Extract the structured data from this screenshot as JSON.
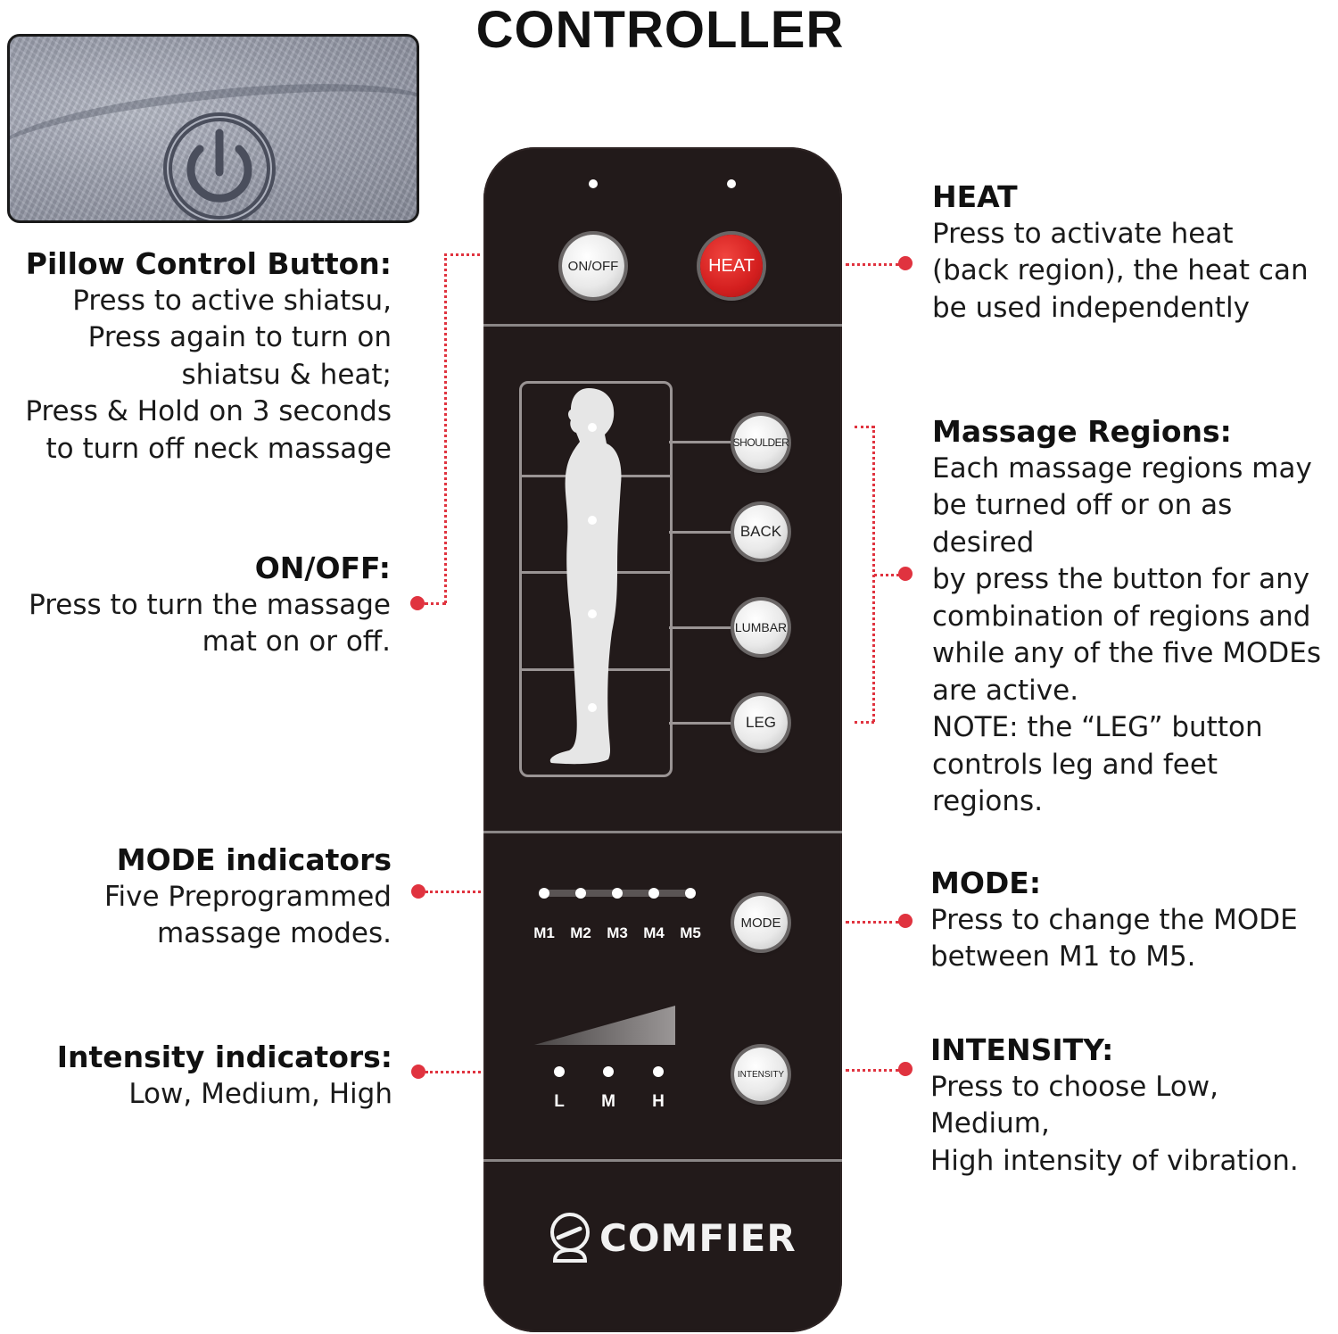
{
  "title": "CONTROLLER",
  "pillow": {
    "icon": "power-icon"
  },
  "annotations": {
    "pillow_control": {
      "heading": "Pillow Control Button:",
      "lines": [
        "Press to active shiatsu,",
        "Press again to turn on",
        "shiatsu & heat;",
        "Press & Hold on 3 seconds",
        "to turn off neck massage"
      ]
    },
    "on_off": {
      "heading": "ON/OFF:",
      "lines": [
        "Press to turn the massage",
        "mat on or off."
      ]
    },
    "mode_indicators": {
      "heading": "MODE indicators",
      "lines": [
        "Five Preprogrammed",
        "massage modes."
      ]
    },
    "intensity_indicators": {
      "heading": "Intensity indicators:",
      "lines": [
        "Low, Medium, High"
      ]
    },
    "heat": {
      "heading": "HEAT",
      "lines": [
        "Press to activate heat",
        "(back region), the heat can",
        "be used independently"
      ]
    },
    "massage_regions": {
      "heading": "Massage Regions:",
      "lines": [
        "Each massage regions may",
        "be turned off or on as desired",
        "by press the button for any",
        "combination of regions and",
        "while any of the five MODEs",
        "are active.",
        "NOTE: the “LEG” button",
        "controls leg and feet regions."
      ]
    },
    "mode": {
      "heading": "MODE:",
      "lines": [
        "Press to change the MODE",
        "between M1 to M5."
      ]
    },
    "intensity": {
      "heading": "INTENSITY:",
      "lines": [
        "Press to choose Low, Medium,",
        "High intensity of vibration."
      ]
    }
  },
  "remote": {
    "buttons": {
      "on_off": "ON/OFF",
      "heat": "HEAT",
      "shoulder": "SHOULDER",
      "back": "BACK",
      "lumbar": "LUMBAR",
      "leg": "LEG",
      "mode": "MODE",
      "intensity": "INTENSITY"
    },
    "mode_labels": [
      "M1",
      "M2",
      "M3",
      "M4",
      "M5"
    ],
    "intensity_labels": [
      "L",
      "M",
      "H"
    ],
    "brand": "COMFIER"
  },
  "colors": {
    "accent_red": "#e0333f",
    "remote_body": "#221a1a",
    "heat_button": "#d41f1f"
  }
}
